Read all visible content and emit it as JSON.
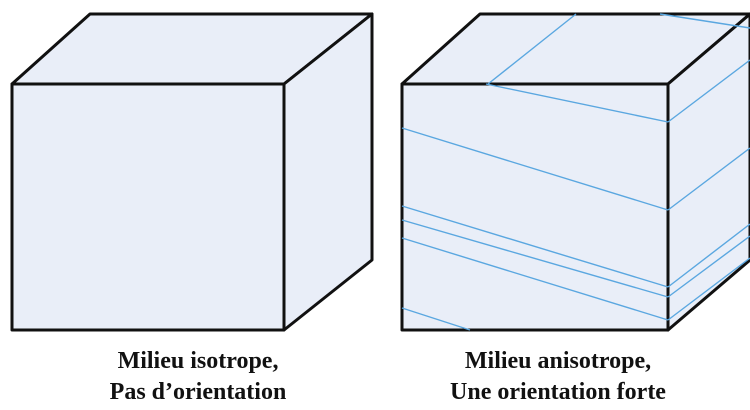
{
  "colors": {
    "face_fill": "#e9eef8",
    "edge_stroke": "#111111",
    "layer_line": "#5aa7e0",
    "caption_text": "#111111"
  },
  "left_cube": {
    "caption_line_1": "Milieu isotrope,",
    "caption_line_2": "Pas d’orientation"
  },
  "right_cube": {
    "caption_line_1": "Milieu anisotrope,",
    "caption_line_2": "Une orientation forte"
  }
}
